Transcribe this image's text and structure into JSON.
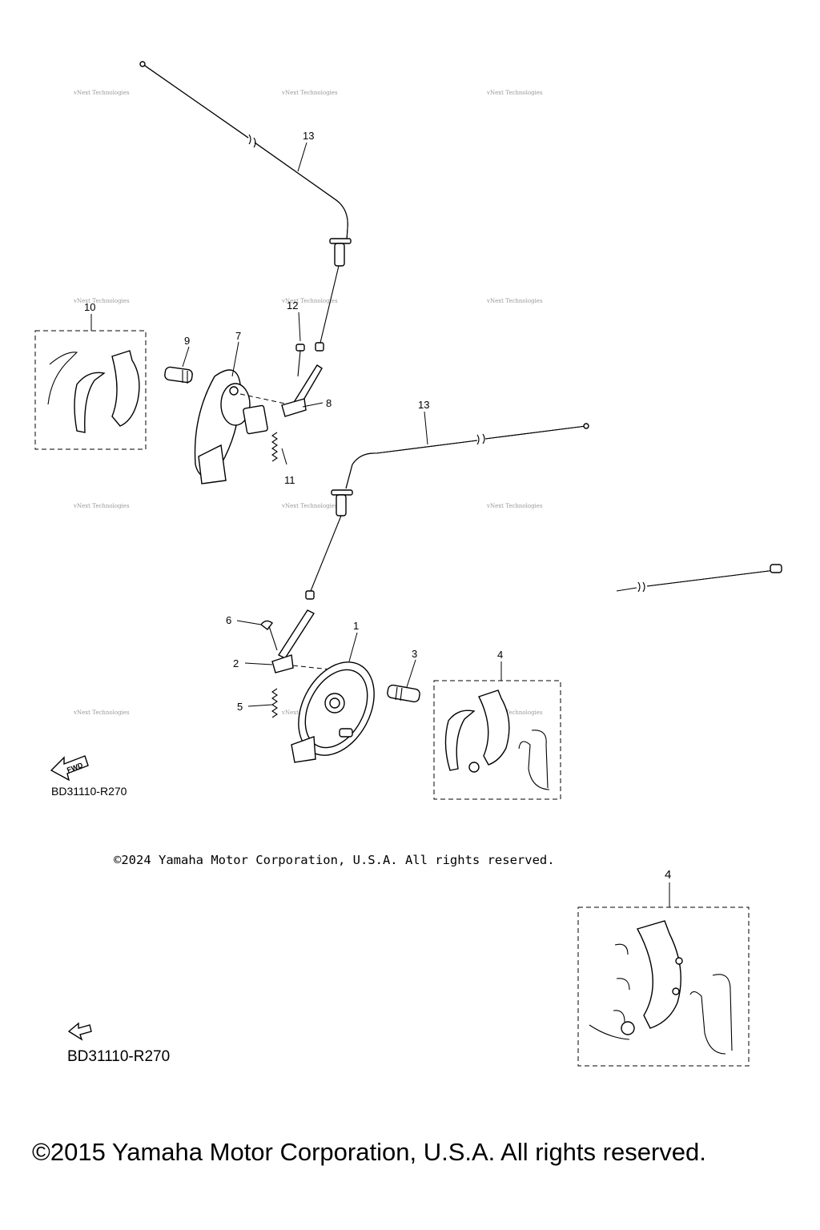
{
  "callouts": {
    "c1": "1",
    "c2": "2",
    "c3": "3",
    "c4": "4",
    "c4b": "4",
    "c5": "5",
    "c6": "6",
    "c7": "7",
    "c8": "8",
    "c9": "9",
    "c10": "10",
    "c11": "11",
    "c12": "12",
    "c13a": "13",
    "c13b": "13"
  },
  "watermark": "vNext Technologies",
  "fwd_label": "FWD",
  "diagram_code_1": "BD31110-R270",
  "diagram_code_2": "BD31110-R270",
  "copyright_1": "©2024 Yamaha Motor Corporation, U.S.A. All rights reserved.",
  "copyright_2": "©2015 Yamaha Motor Corporation, U.S.A. All rights reserved."
}
